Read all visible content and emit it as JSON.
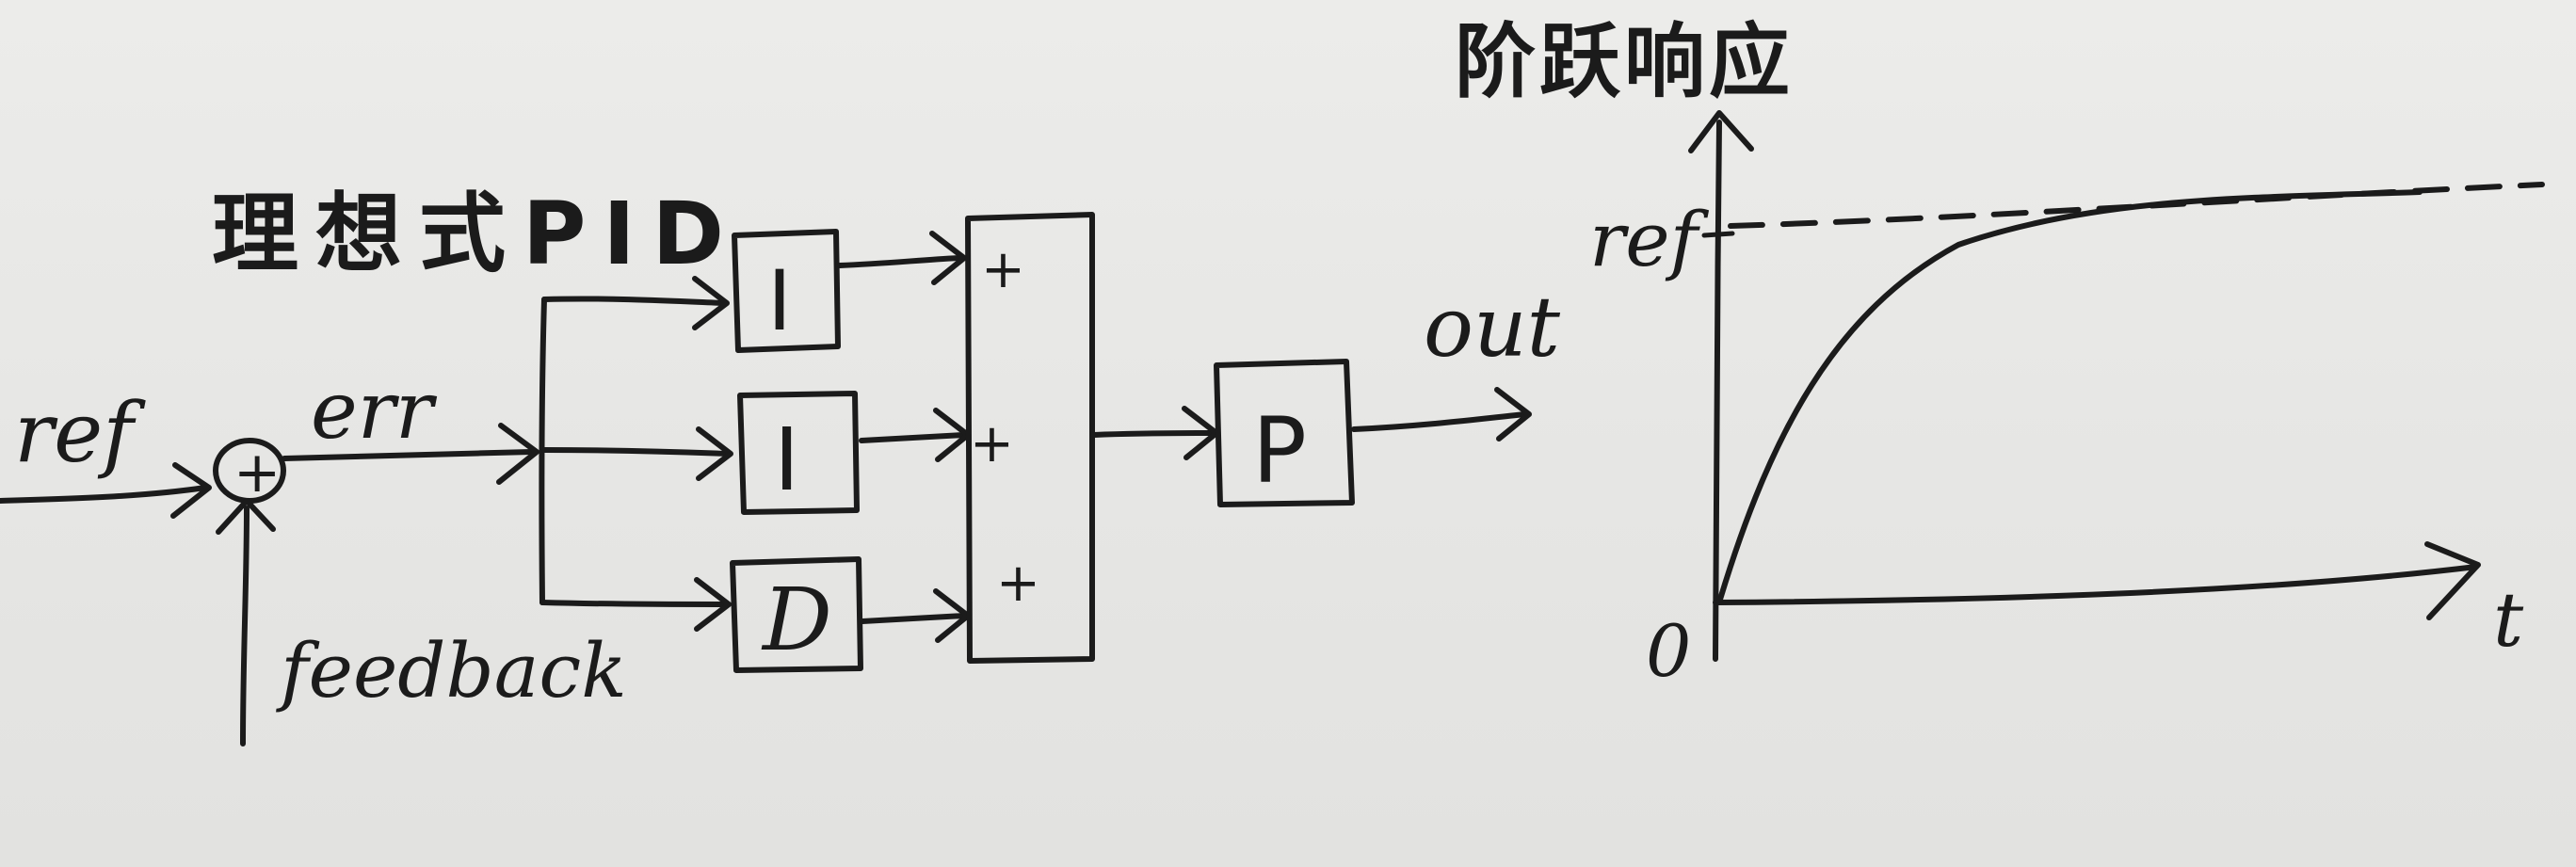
{
  "diagram": {
    "title": "理想式PID",
    "nodes": [
      {
        "id": "sum_junction",
        "label": "+",
        "kind": "summing-junction"
      },
      {
        "id": "block_i_top",
        "label": "I",
        "kind": "block"
      },
      {
        "id": "block_i_mid",
        "label": "I",
        "kind": "block"
      },
      {
        "id": "block_d",
        "label": "D",
        "kind": "block"
      },
      {
        "id": "adder",
        "kind": "adder",
        "inputs": [
          "+",
          "+",
          "+"
        ]
      },
      {
        "id": "block_p",
        "label": "P",
        "kind": "block"
      }
    ],
    "signals": {
      "ref": "ref",
      "err": "err",
      "feedback": "feedback",
      "out": "out"
    },
    "edges": [
      {
        "from": "ref",
        "to": "sum_junction"
      },
      {
        "from": "feedback",
        "to": "sum_junction"
      },
      {
        "from": "sum_junction",
        "to": "branch",
        "label": "err"
      },
      {
        "from": "branch",
        "to": "block_i_top"
      },
      {
        "from": "branch",
        "to": "block_i_mid"
      },
      {
        "from": "branch",
        "to": "block_d"
      },
      {
        "from": "block_i_top",
        "to": "adder"
      },
      {
        "from": "block_i_mid",
        "to": "adder"
      },
      {
        "from": "block_d",
        "to": "adder"
      },
      {
        "from": "adder",
        "to": "block_p"
      },
      {
        "from": "block_p",
        "to": "out"
      }
    ]
  },
  "step_response": {
    "title": "阶跃响应",
    "y_label": "ref",
    "origin_label": "0",
    "x_label": "t"
  }
}
